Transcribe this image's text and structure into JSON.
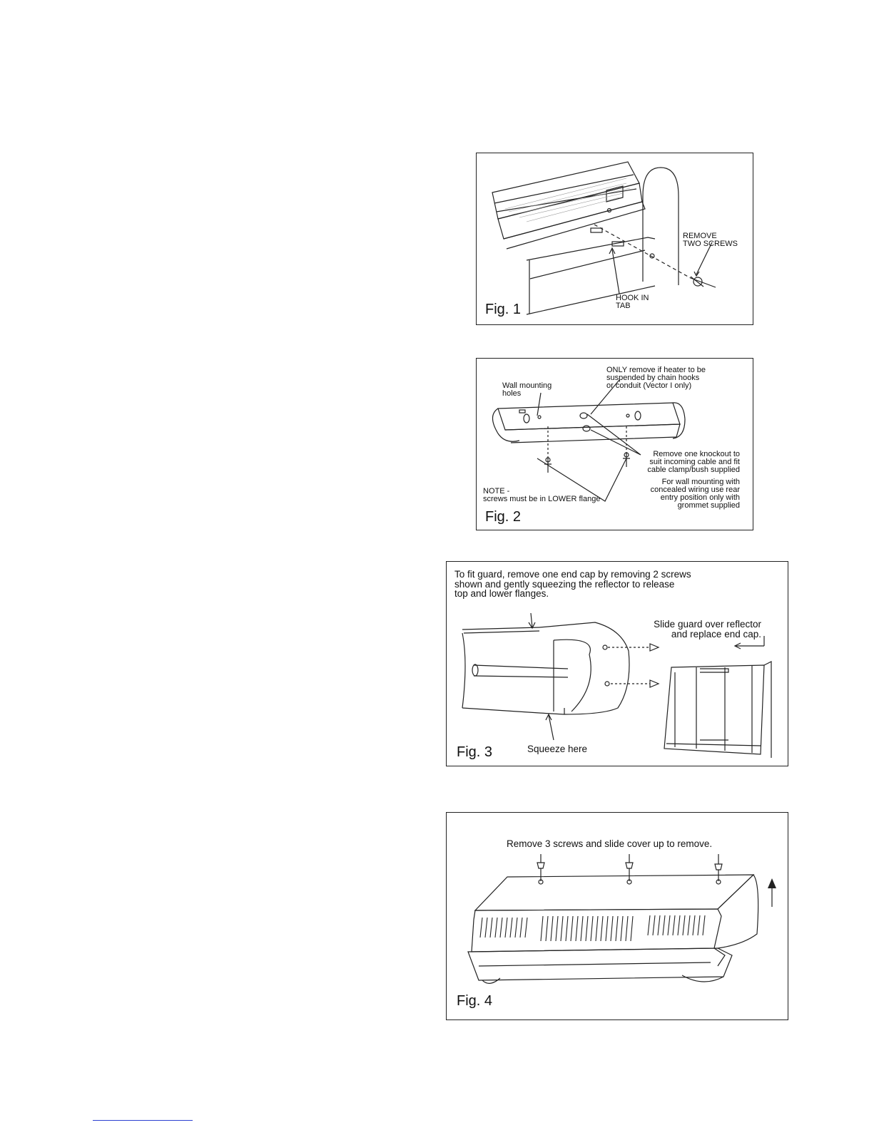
{
  "fig1": {
    "label": "Fig. 1",
    "remove_two_screws": "REMOVE\nTWO SCREWS",
    "hook_in_tab": "HOOK IN\nTAB"
  },
  "fig2": {
    "label": "Fig. 2",
    "wall_mounting_holes": "Wall mounting\nholes",
    "only_remove": "ONLY remove if heater to be\nsuspended by chain hooks\nor conduit (Vector I only)",
    "remove_knockout": "Remove one knockout to\nsuit incoming cable and fit\ncable clamp/bush supplied",
    "wall_mounting_concealed": "For wall mounting with\nconcealed wiring use rear\nentry position only with\ngrommet supplied",
    "note": "NOTE -\nscrews must be in LOWER flange"
  },
  "fig3": {
    "label": "Fig. 3",
    "instructions": "To fit guard, remove one end cap by removing 2 screws\nshown and gently squeezing the reflector to release\ntop and lower flanges.",
    "slide_guard": "Slide guard over reflector\nand replace end cap.",
    "squeeze_here": "Squeeze here"
  },
  "fig4": {
    "label": "Fig. 4",
    "instructions": "Remove 3 screws and slide cover up to remove."
  }
}
